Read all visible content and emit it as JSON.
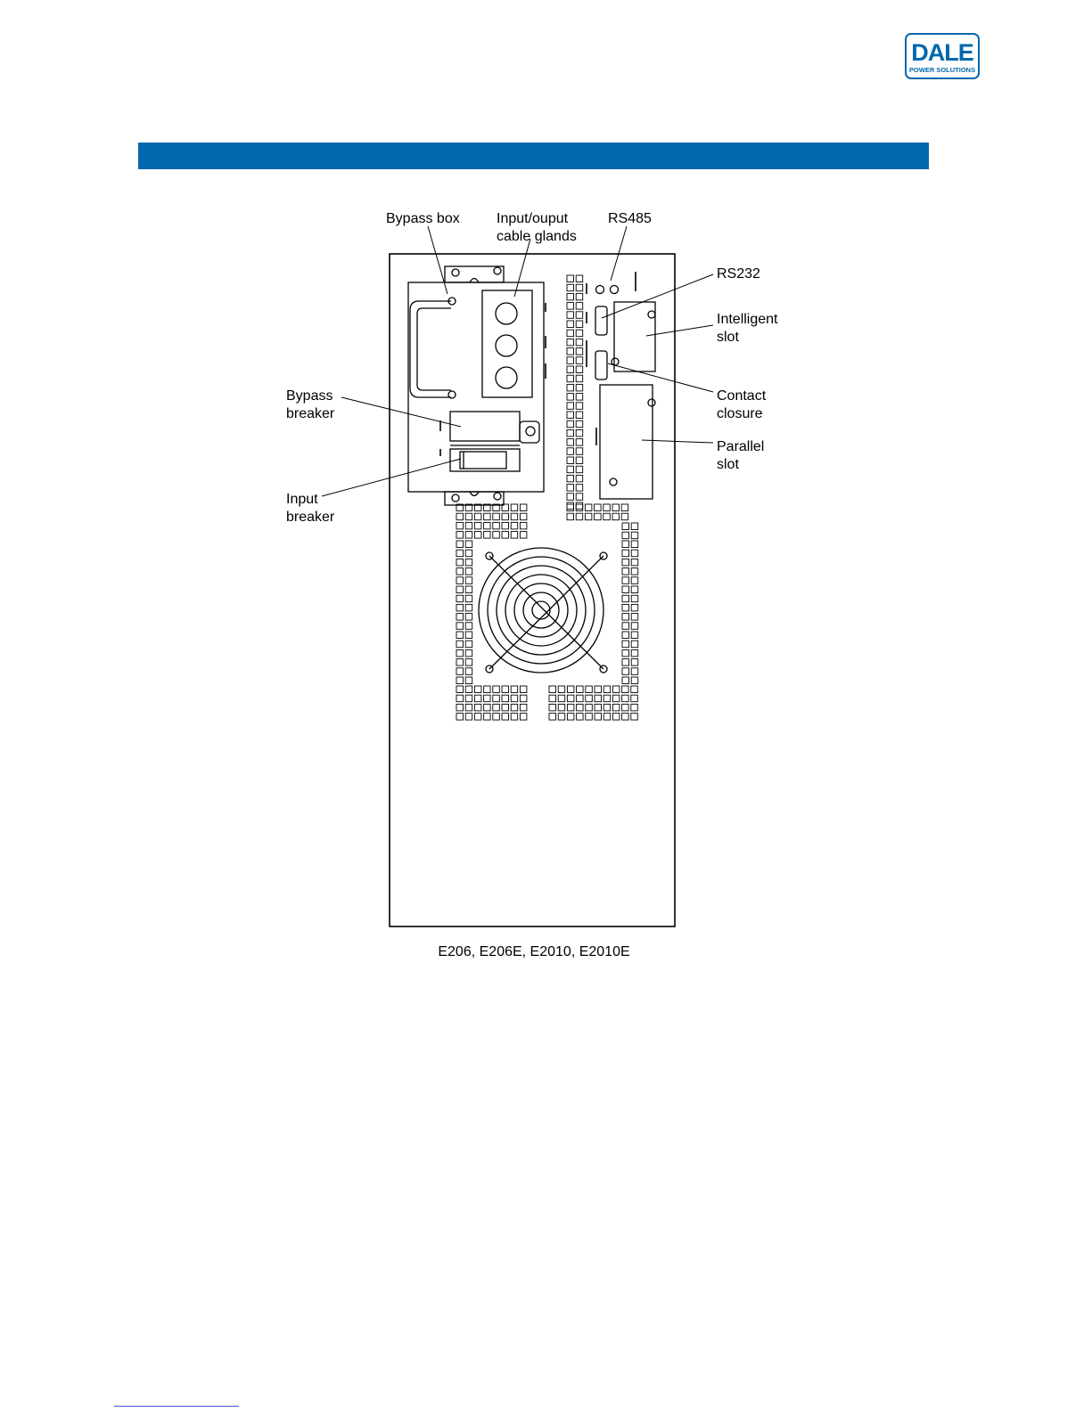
{
  "brand": {
    "logo_text": "DALE",
    "logo_subtext": "POWER SOLUTIONS",
    "color": "#0068ad"
  },
  "header_bar": {
    "color": "#0068ad"
  },
  "diagram": {
    "labels": {
      "bypass_box": "Bypass box",
      "cable_glands_1": "Input/ouput",
      "cable_glands_2": "cable glands",
      "rs485": "RS485",
      "rs232": "RS232",
      "intelligent_slot_1": "Intelligent",
      "intelligent_slot_2": "slot",
      "contact_closure_1": "Contact",
      "contact_closure_2": "closure",
      "parallel_slot_1": "Parallel",
      "parallel_slot_2": "slot",
      "bypass_breaker_1": "Bypass",
      "bypass_breaker_2": "breaker",
      "input_breaker_1": "Input",
      "input_breaker_2": "breaker"
    },
    "caption": "E206, E206E, E2010, E2010E"
  }
}
